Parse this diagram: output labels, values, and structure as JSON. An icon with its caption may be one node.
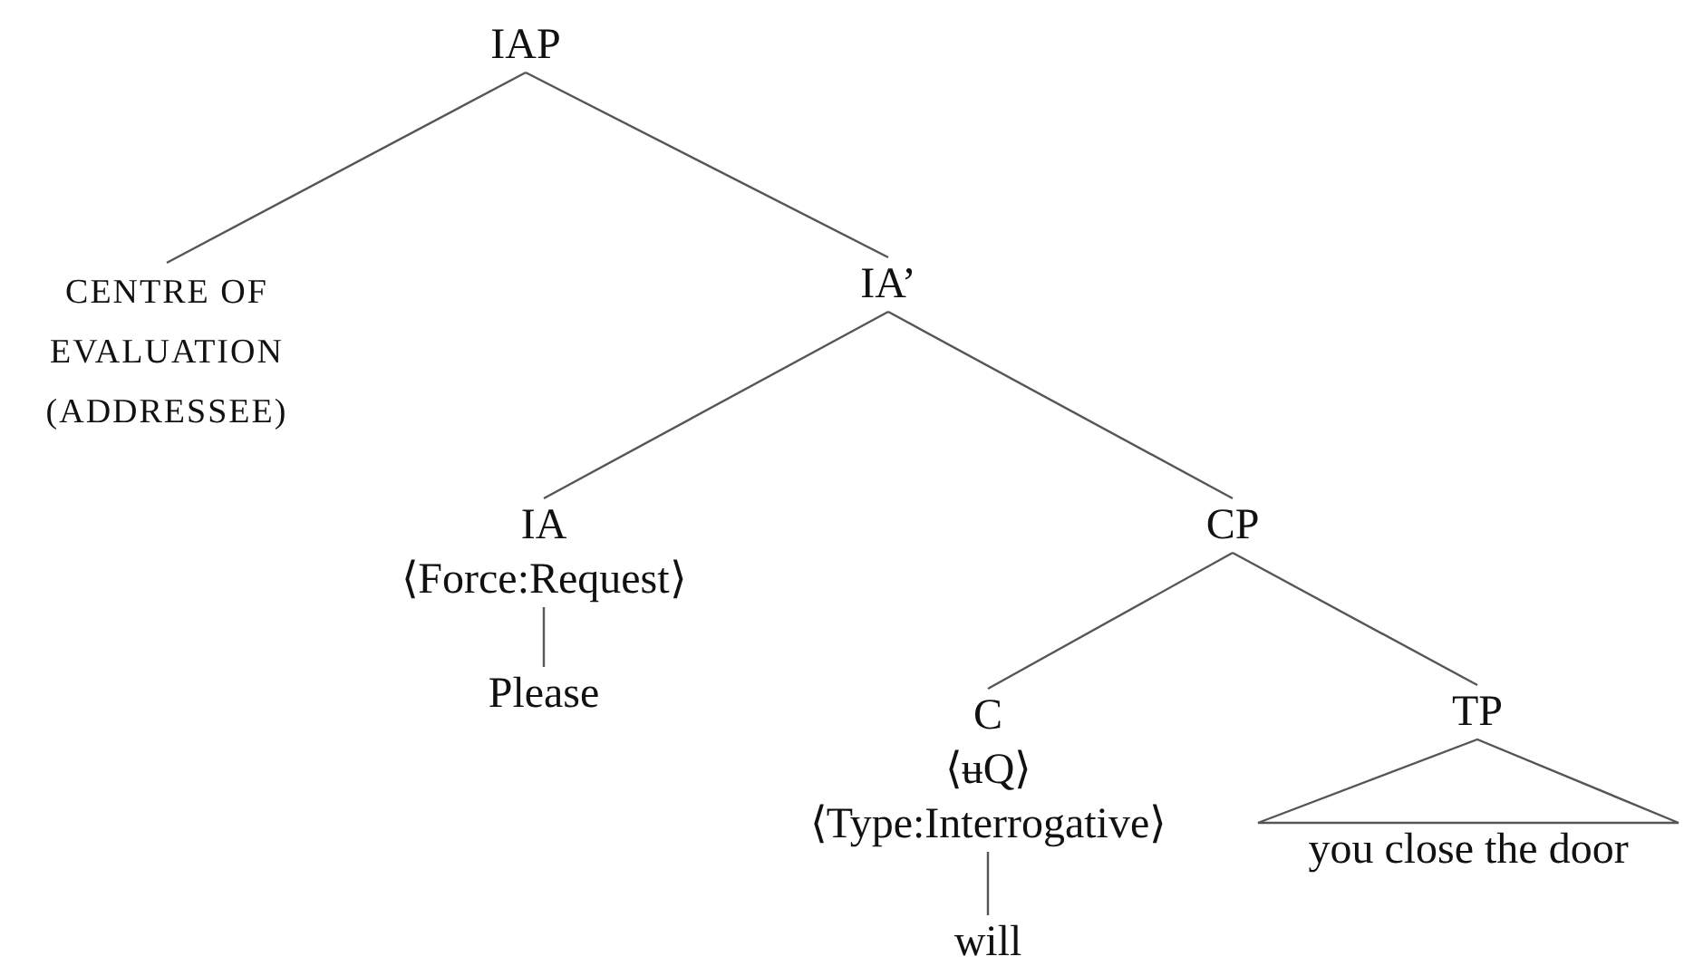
{
  "diagram": {
    "nodes": [
      {
        "text": [
          "IAP"
        ]
      },
      {
        "text": [
          "CENTRE OF EVALUATION (ADDRESSEE)"
        ]
      },
      {
        "text": [
          "IA’"
        ]
      },
      {
        "text": [
          "IA",
          "⟨Force:Request⟩"
        ]
      },
      {
        "text": [
          "Please"
        ]
      },
      {
        "text": [
          "CP"
        ]
      },
      {
        "text": [
          "C",
          "⟨ʉQ⟩",
          "⟨Type:Interrogative⟩"
        ]
      },
      {
        "text": [
          "will"
        ]
      },
      {
        "text": [
          "TP"
        ]
      },
      {
        "text": [
          "you close the door"
        ]
      }
    ],
    "edges": [
      {
        "from": 0,
        "to": 1,
        "arrow": "none"
      },
      {
        "from": 0,
        "to": 2,
        "arrow": "none"
      },
      {
        "from": 2,
        "to": 3,
        "arrow": "none"
      },
      {
        "from": 2,
        "to": 5,
        "arrow": "none"
      },
      {
        "from": 3,
        "to": 4,
        "arrow": "none"
      },
      {
        "from": 5,
        "to": 6,
        "arrow": "none"
      },
      {
        "from": 5,
        "to": 8,
        "arrow": "none"
      },
      {
        "from": 6,
        "to": 7,
        "arrow": "none"
      },
      {
        "from": 8,
        "to": 9,
        "arrow": "none"
      }
    ]
  }
}
